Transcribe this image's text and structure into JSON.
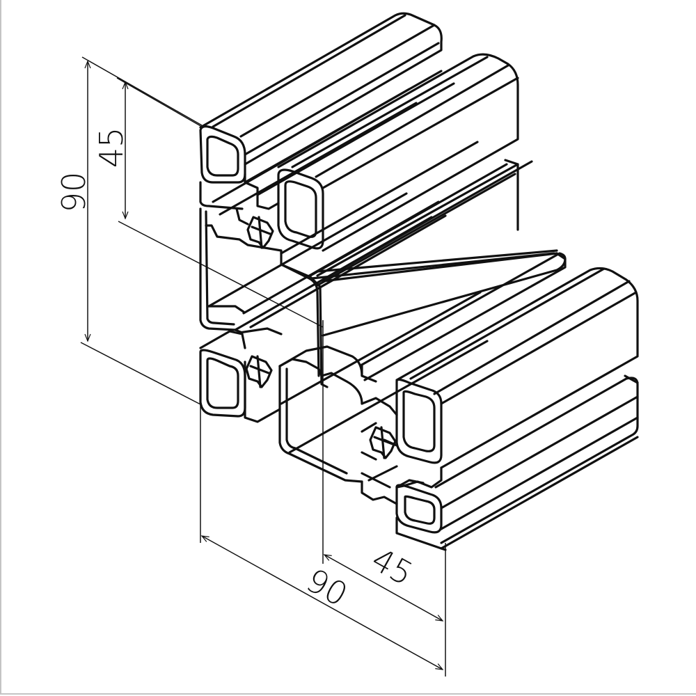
{
  "drawing": {
    "colors": {
      "ink": "#111111",
      "background": "#ffffff",
      "frame": "#c4c4c4"
    },
    "dimensions": {
      "total_height": "90",
      "module_height": "45",
      "total_width": "90",
      "module_width": "45"
    }
  }
}
